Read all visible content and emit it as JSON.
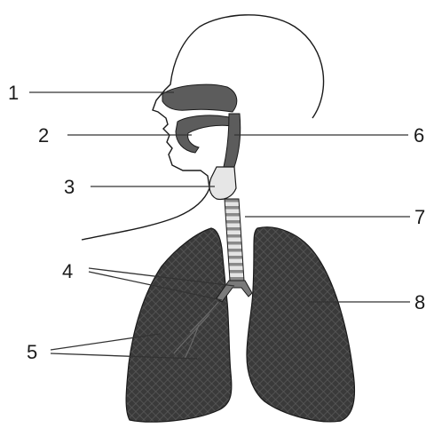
{
  "labels": {
    "l1": "1",
    "l2": "2",
    "l3": "3",
    "l4": "4",
    "l5": "5",
    "l6": "6",
    "l7": "7",
    "l8": "8"
  },
  "colors": {
    "lung_fill": "#3a3a3a",
    "airway_fill": "#5c5c5c",
    "trachea_fill": "#d9d9d9",
    "line": "#1a1a1a",
    "background": "#ffffff"
  }
}
